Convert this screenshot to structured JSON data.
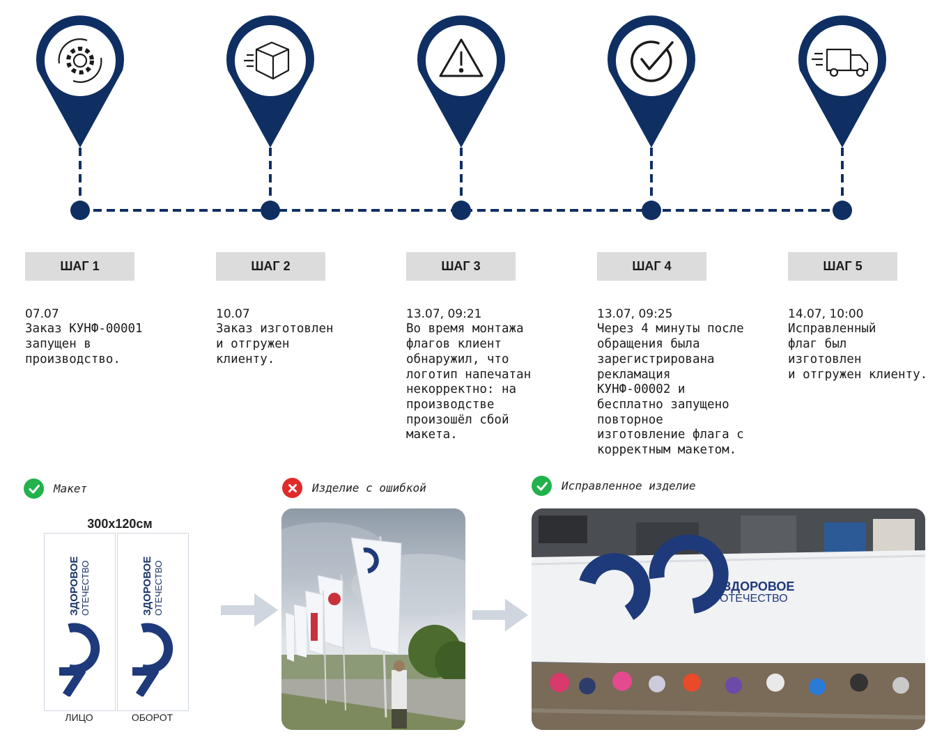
{
  "colors": {
    "navy": "#0f2f63",
    "label_bg": "#dcdcdc",
    "ok": "#22b24c",
    "error": "#e12b2b",
    "arrow": "#cfd6df"
  },
  "steps": [
    {
      "label": "ШАГ 1",
      "icon": "gear-cycle-icon",
      "date": "07.07",
      "text": "Заказ КУНФ-00001\nзапущен в\nпроизводство."
    },
    {
      "label": "ШАГ 2",
      "icon": "package-box-icon",
      "date": "10.07",
      "text": "Заказ изготовлен\nи отгружен\nклиенту."
    },
    {
      "label": "ШАГ 3",
      "icon": "warning-triangle-icon",
      "date": "13.07, 09:21",
      "text": "Во время монтажа\nфлагов клиент\nобнаружил, что\nлоготип напечатан\nнекорректно: на\nпроизводстве\nпроизошёл сбой\nмакета."
    },
    {
      "label": "ШАГ 4",
      "icon": "check-circle-icon",
      "date": "13.07, 09:25",
      "text": "Через 4 минуты после\nобращения была\nзарегистрирована\nрекламация\nКУНФ-00002 и\nбесплатно запущено\nповторное\nизготовление флага с\nкорректным макетом."
    },
    {
      "label": "ШАГ 5",
      "icon": "delivery-truck-icon",
      "date": "14.07, 10:00",
      "text": "Исправленный\nфлаг был\nизготовлен\nи отгружен клиенту."
    }
  ],
  "bottom": {
    "mockup": {
      "caption": "Макет",
      "size": "300x120см",
      "front_label": "ЛИЦО",
      "back_label": "ОБОРОТ",
      "logo_line1": "ЗДОРОВОЕ",
      "logo_line2": "ОТЕЧЕСТВО"
    },
    "defect": {
      "caption": "Изделие с ошибкой"
    },
    "fixed": {
      "caption": "Исправленное изделие",
      "logo_line1": "ЗДОРОВОЕ",
      "logo_line2": "ОТЕЧЕСТВО"
    }
  }
}
